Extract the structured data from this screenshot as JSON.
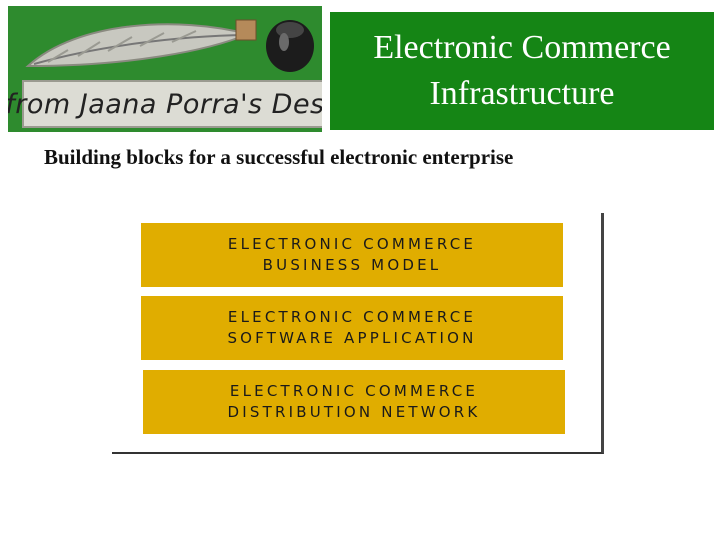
{
  "header": {
    "logo_text": "from Jaana Porra's Desk",
    "title_line1": "Electronic Commerce",
    "title_line2": "Infrastructure"
  },
  "subtitle": "Building blocks for a successful electronic enterprise",
  "diagram": {
    "blocks": [
      {
        "line1": "ELECTRONIC COMMERCE",
        "line2": "BUSINESS MODEL"
      },
      {
        "line1": "ELECTRONIC COMMERCE",
        "line2": "SOFTWARE APPLICATION"
      },
      {
        "line1": "ELECTRONIC COMMERCE",
        "line2": "DISTRIBUTION NETWORK"
      }
    ],
    "block_color": "#e0ad00"
  },
  "colors": {
    "title_background": "#158515",
    "logo_background": "#2c8a2c"
  }
}
